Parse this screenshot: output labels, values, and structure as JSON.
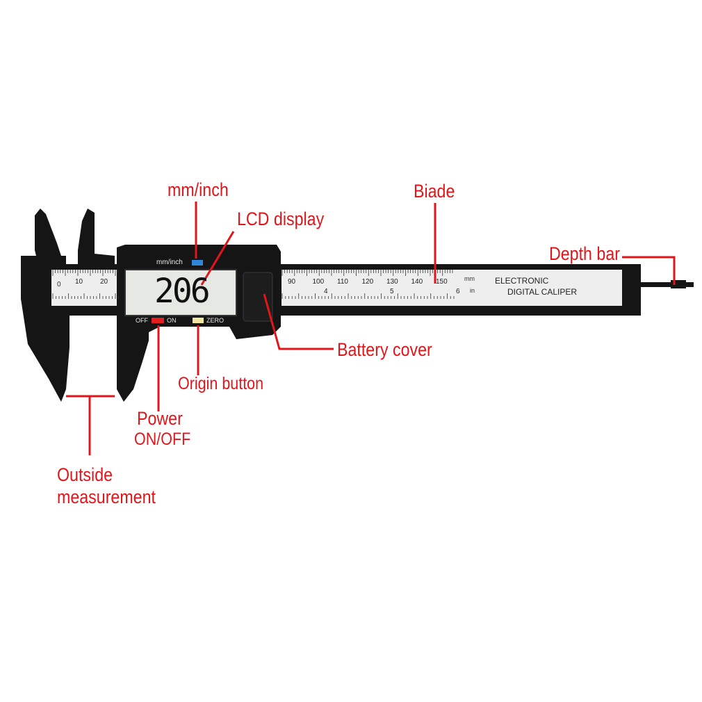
{
  "callouts": {
    "mm_inch": "mm/inch",
    "lcd_display": "LCD display",
    "blade": "Biade",
    "depth_bar": "Depth bar",
    "battery_cover": "Battery cover",
    "origin_button": "Origin button",
    "power_line1": "Power",
    "power_line2": "ON/OFF",
    "outside_line1": "Outside",
    "outside_line2": "measurement"
  },
  "device": {
    "mode_label": "mm/inch",
    "lcd_reading": "206",
    "off_label": "OFF",
    "on_label": "ON",
    "zero_label": "ZERO",
    "brand_line1": "ELECTRONIC",
    "brand_line2": "DIGITAL CALIPER",
    "unit_mm": "mm",
    "unit_in": "in",
    "zero_mark": "0",
    "mm_scale_left": [
      "10",
      "20"
    ],
    "mm_scale_right": [
      "90",
      "100",
      "110",
      "120",
      "130",
      "140",
      "150"
    ],
    "inch_scale": [
      "4",
      "5",
      "6"
    ]
  },
  "colors": {
    "callout": "#e0161b",
    "body": "#141414",
    "scale": "#eeeeee",
    "lcd": "#e6e8e3",
    "mode_button": "#2f86d8",
    "power_button": "#e02020",
    "zero_button": "#f3e6a0"
  }
}
